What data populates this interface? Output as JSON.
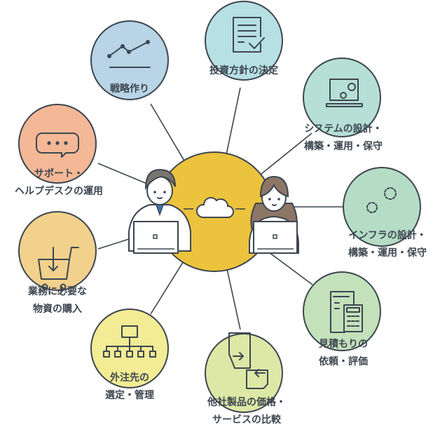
{
  "center": {
    "icon": "cloud-icon",
    "color": "#ecc33c",
    "people": [
      "man-with-laptop",
      "woman-with-laptop"
    ]
  },
  "nodes": [
    {
      "id": "strategy",
      "lines": [
        "戦略作り"
      ],
      "icon": "line-chart-icon",
      "color": "#b8d4e6"
    },
    {
      "id": "investment",
      "lines": [
        "投資方針の決定"
      ],
      "icon": "document-check-icon",
      "color": "#b7e0e3"
    },
    {
      "id": "system",
      "lines": [
        "システムの設計・",
        "構築・運用・保守"
      ],
      "icon": "laptop-gears-icon",
      "color": "#b6e0d5"
    },
    {
      "id": "support",
      "lines": [
        "サポート・",
        "ヘルプデスクの運用"
      ],
      "icon": "chat-bubble-icon",
      "color": "#f4b896"
    },
    {
      "id": "infra",
      "lines": [
        "インフラの設計・",
        "構築・運用・保守"
      ],
      "icon": "gears-icon",
      "color": "#b5dcc5"
    },
    {
      "id": "purchase",
      "lines": [
        "業務に必要な",
        "物資の購入"
      ],
      "icon": "cart-icon",
      "color": "#f2d18c"
    },
    {
      "id": "estimate",
      "lines": [
        "見積もりの",
        "依頼・評価"
      ],
      "icon": "calculator-document-icon",
      "color": "#c3e1bb"
    },
    {
      "id": "outsource",
      "lines": [
        "外注先の",
        "選定・管理"
      ],
      "icon": "org-chart-icon",
      "color": "#f3ec94"
    },
    {
      "id": "compare",
      "lines": [
        "他社製品の価格・",
        "サービスの比較"
      ],
      "icon": "exchange-documents-icon",
      "color": "#dde8a6"
    }
  ]
}
